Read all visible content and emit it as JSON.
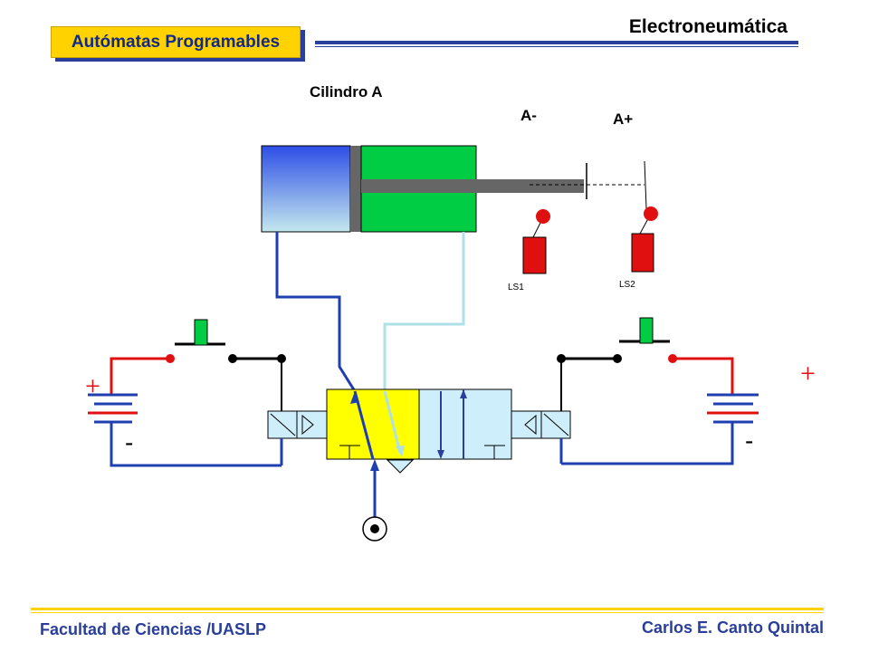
{
  "header": {
    "title": "Electroneumática",
    "badge": "Autómatas Programables"
  },
  "diagram": {
    "cylinder_label": "Cilindro A",
    "a_minus": "A-",
    "a_plus": "A+",
    "ls1": "LS1",
    "ls2": "LS2",
    "plus_left": "+",
    "minus_left": "-",
    "plus_right": "+",
    "minus_right": "-"
  },
  "footer": {
    "left": "Facultad de Ciencias /UASLP",
    "right": "Carlos E. Canto Quintal"
  },
  "colors": {
    "navy": "#2a3f9a",
    "yellow": "#ffd200",
    "wire_blue": "#1f3fb0",
    "wire_red": "#e01010",
    "cyan_line": "#aee0e8",
    "valve_yellow": "#ffff00",
    "valve_cyan": "#cdeefa",
    "green": "#00cc44"
  }
}
